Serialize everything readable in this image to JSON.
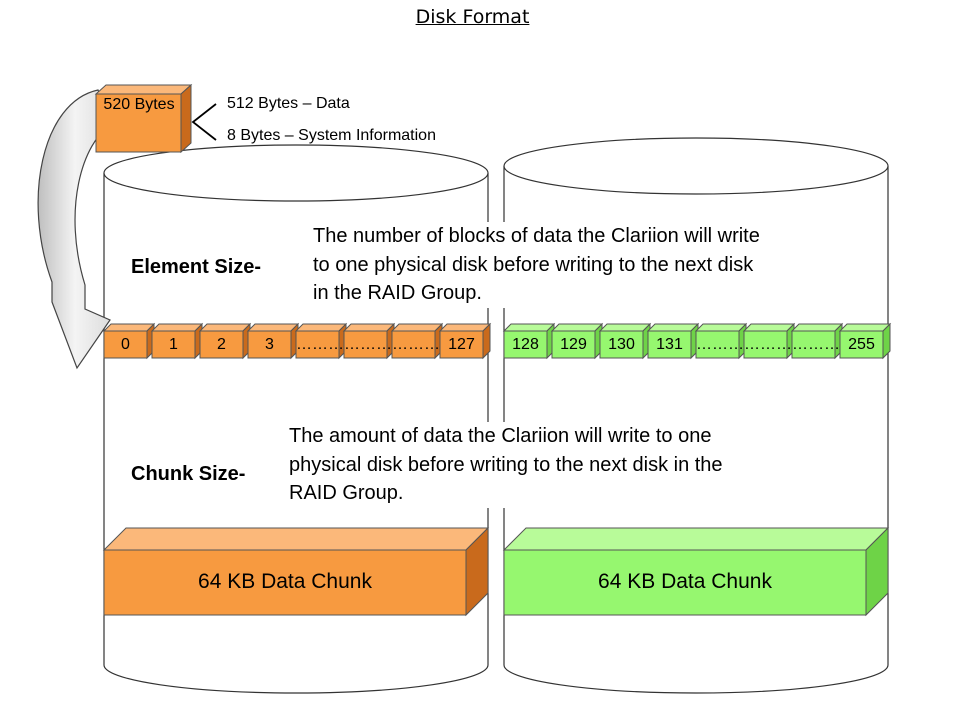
{
  "title": "Disk Format",
  "sector": {
    "size_label": "520 Bytes",
    "data_part": "512 Bytes – Data",
    "system_part": "8 Bytes – System Information"
  },
  "element": {
    "label": "Element Size-",
    "description_lines": [
      "The number of blocks of data the Clariion will write",
      "to one physical disk before writing to the next disk",
      "in the RAID Group."
    ]
  },
  "chunk": {
    "label": "Chunk Size-",
    "description_lines": [
      "The amount of data the Clariion will write to one",
      "physical disk before writing to the next disk in the",
      "RAID Group."
    ]
  },
  "disk1_blocks": [
    "0",
    "1",
    "2",
    "3",
    "………",
    "………",
    "………",
    "127"
  ],
  "disk2_blocks": [
    "128",
    "129",
    "130",
    "131",
    "………",
    "………",
    "………",
    "255"
  ],
  "disk1_chunk_label": "64 KB Data Chunk",
  "disk2_chunk_label": "64 KB Data Chunk",
  "colors": {
    "orange_front": "#f79a40",
    "orange_top": "#fbb87a",
    "orange_side": "#c96a1c",
    "green_front": "#96f76f",
    "green_top": "#b8fb99",
    "green_side": "#6ed347",
    "outline": "#555555"
  }
}
